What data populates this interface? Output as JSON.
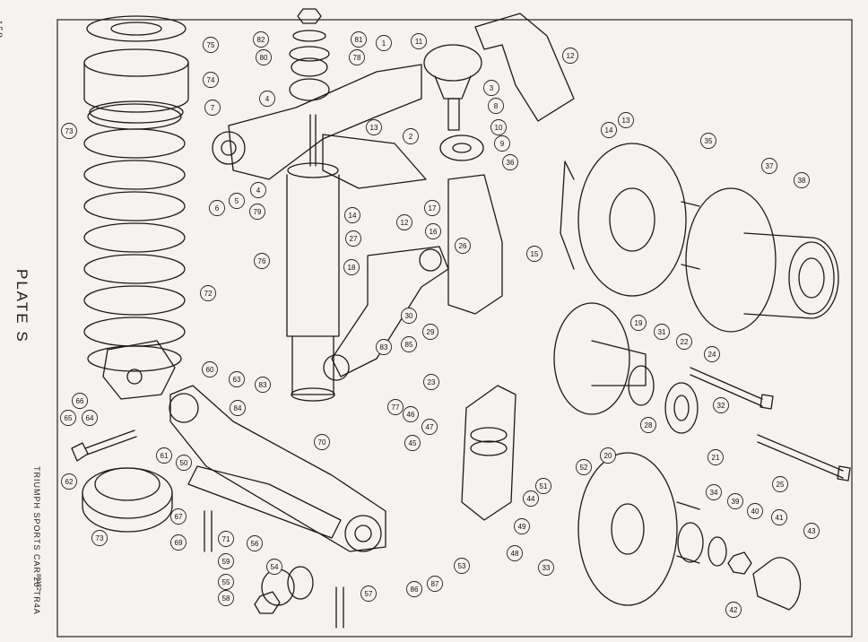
{
  "page_number": "158",
  "plate_title": "PLATE S",
  "caption": "TRIUMPH SPORTS CAR 20 TR4A",
  "ref_code": "81122",
  "callouts": [
    {
      "id": "c1",
      "label": "1"
    },
    {
      "id": "c2",
      "label": "2"
    },
    {
      "id": "c3",
      "label": "3"
    },
    {
      "id": "c4a",
      "label": "4"
    },
    {
      "id": "c4b",
      "label": "4"
    },
    {
      "id": "c5",
      "label": "5"
    },
    {
      "id": "c6",
      "label": "6"
    },
    {
      "id": "c7",
      "label": "7"
    },
    {
      "id": "c8",
      "label": "8"
    },
    {
      "id": "c9",
      "label": "9"
    },
    {
      "id": "c10",
      "label": "10"
    },
    {
      "id": "c11",
      "label": "11"
    },
    {
      "id": "c12a",
      "label": "12"
    },
    {
      "id": "c12b",
      "label": "12"
    },
    {
      "id": "c13a",
      "label": "13"
    },
    {
      "id": "c13b",
      "label": "13"
    },
    {
      "id": "c14a",
      "label": "14"
    },
    {
      "id": "c14b",
      "label": "14"
    },
    {
      "id": "c15",
      "label": "15"
    },
    {
      "id": "c16",
      "label": "16"
    },
    {
      "id": "c17",
      "label": "17"
    },
    {
      "id": "c18",
      "label": "18"
    },
    {
      "id": "c19",
      "label": "19"
    },
    {
      "id": "c20",
      "label": "20"
    },
    {
      "id": "c21",
      "label": "21"
    },
    {
      "id": "c22",
      "label": "22"
    },
    {
      "id": "c23",
      "label": "23"
    },
    {
      "id": "c24",
      "label": "24"
    },
    {
      "id": "c25",
      "label": "25"
    },
    {
      "id": "c26",
      "label": "26"
    },
    {
      "id": "c27",
      "label": "27"
    },
    {
      "id": "c28",
      "label": "28"
    },
    {
      "id": "c29",
      "label": "29"
    },
    {
      "id": "c30",
      "label": "30"
    },
    {
      "id": "c31",
      "label": "31"
    },
    {
      "id": "c32",
      "label": "32"
    },
    {
      "id": "c33",
      "label": "33"
    },
    {
      "id": "c34",
      "label": "34"
    },
    {
      "id": "c35",
      "label": "35"
    },
    {
      "id": "c36",
      "label": "36"
    },
    {
      "id": "c37",
      "label": "37"
    },
    {
      "id": "c38",
      "label": "38"
    },
    {
      "id": "c39",
      "label": "39"
    },
    {
      "id": "c40",
      "label": "40"
    },
    {
      "id": "c41",
      "label": "41"
    },
    {
      "id": "c42",
      "label": "42"
    },
    {
      "id": "c43",
      "label": "43"
    },
    {
      "id": "c44",
      "label": "44"
    },
    {
      "id": "c45",
      "label": "45"
    },
    {
      "id": "c46",
      "label": "46"
    },
    {
      "id": "c47",
      "label": "47"
    },
    {
      "id": "c48",
      "label": "48"
    },
    {
      "id": "c49",
      "label": "49"
    },
    {
      "id": "c50",
      "label": "50"
    },
    {
      "id": "c51",
      "label": "51"
    },
    {
      "id": "c52",
      "label": "52"
    },
    {
      "id": "c53",
      "label": "53"
    },
    {
      "id": "c54",
      "label": "54"
    },
    {
      "id": "c55",
      "label": "55"
    },
    {
      "id": "c56",
      "label": "56"
    },
    {
      "id": "c57",
      "label": "57"
    },
    {
      "id": "c58",
      "label": "58"
    },
    {
      "id": "c59",
      "label": "59"
    },
    {
      "id": "c60",
      "label": "60"
    },
    {
      "id": "c61",
      "label": "61"
    },
    {
      "id": "c62",
      "label": "62"
    },
    {
      "id": "c63",
      "label": "63"
    },
    {
      "id": "c64",
      "label": "64"
    },
    {
      "id": "c65",
      "label": "65"
    },
    {
      "id": "c66",
      "label": "66"
    },
    {
      "id": "c67",
      "label": "67"
    },
    {
      "id": "c69",
      "label": "69"
    },
    {
      "id": "c70",
      "label": "70"
    },
    {
      "id": "c71",
      "label": "71"
    },
    {
      "id": "c72",
      "label": "72"
    },
    {
      "id": "c73a",
      "label": "73"
    },
    {
      "id": "c73b",
      "label": "73"
    },
    {
      "id": "c74",
      "label": "74"
    },
    {
      "id": "c75",
      "label": "75"
    },
    {
      "id": "c76",
      "label": "76"
    },
    {
      "id": "c77",
      "label": "77"
    },
    {
      "id": "c78",
      "label": "78"
    },
    {
      "id": "c79",
      "label": "79"
    },
    {
      "id": "c80",
      "label": "80"
    },
    {
      "id": "c81",
      "label": "81"
    },
    {
      "id": "c82",
      "label": "82"
    },
    {
      "id": "c83a",
      "label": "83"
    },
    {
      "id": "c83b",
      "label": "83"
    },
    {
      "id": "c84",
      "label": "84"
    },
    {
      "id": "c85",
      "label": "85"
    },
    {
      "id": "c86",
      "label": "86"
    },
    {
      "id": "c87",
      "label": "87"
    }
  ]
}
